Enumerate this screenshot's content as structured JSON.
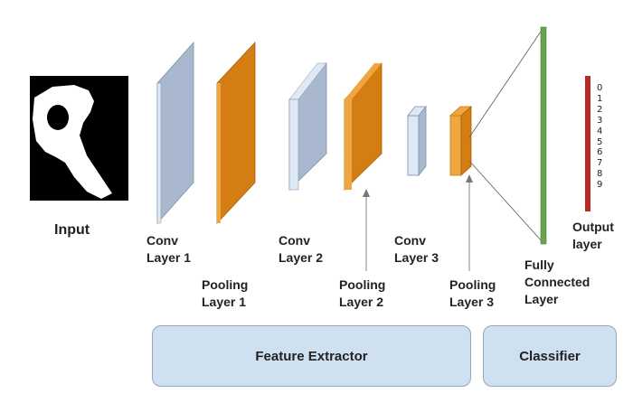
{
  "labels": {
    "input": "Input",
    "conv1": [
      "Conv",
      "Layer 1"
    ],
    "pool1": [
      "Pooling",
      "Layer 1"
    ],
    "conv2": [
      "Conv",
      "Layer 2"
    ],
    "pool2": [
      "Pooling",
      "Layer 2"
    ],
    "conv3": [
      "Conv",
      "Layer 3"
    ],
    "pool3": [
      "Pooling",
      "Layer 3"
    ],
    "fc": [
      "Fully",
      "Connected",
      "Layer"
    ],
    "output": [
      "Output",
      "layer"
    ]
  },
  "output_classes": [
    "0",
    "1",
    "2",
    "3",
    "4",
    "5",
    "6",
    "7",
    "8",
    "9"
  ],
  "sections": {
    "feature_extractor": "Feature Extractor",
    "classifier": "Classifier"
  },
  "colors": {
    "conv_face": "#a9b8ce",
    "conv_edge": "#dfe8f5",
    "pool_face": "#d37d12",
    "pool_edge": "#f0a640",
    "fc": "#6aa24f",
    "output": "#b52a25",
    "section_box": "#cfe0f1"
  }
}
